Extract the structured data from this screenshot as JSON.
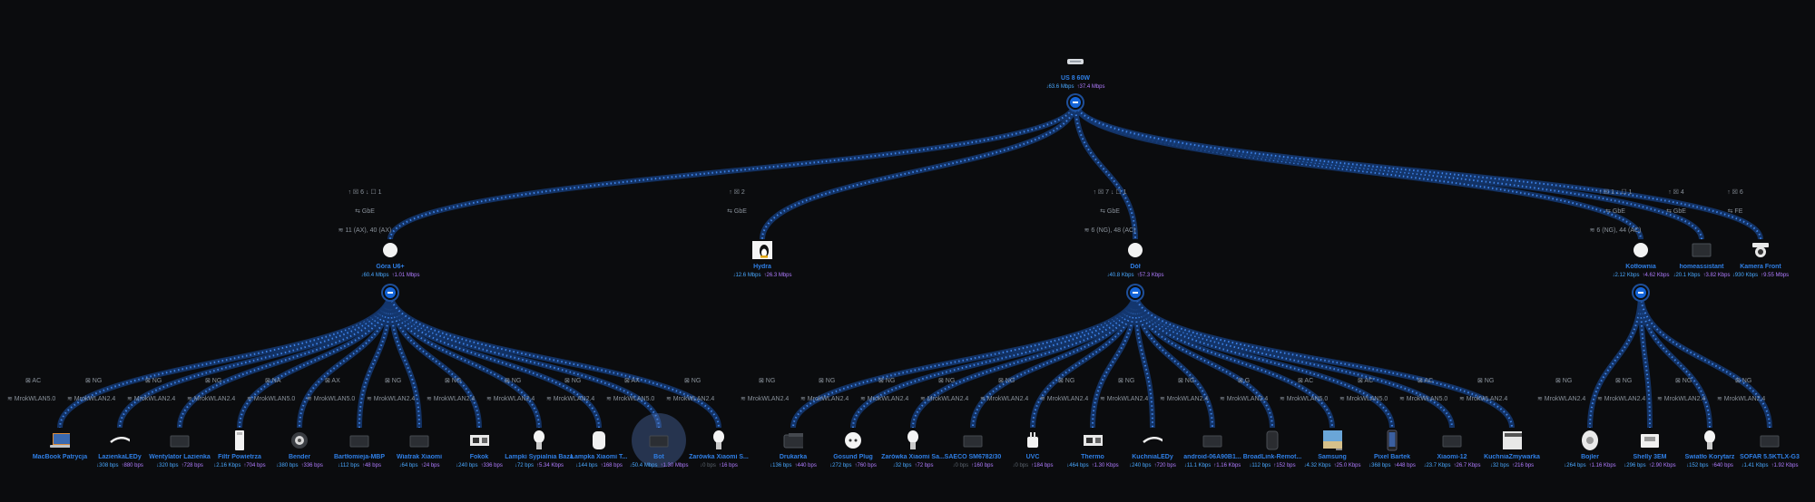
{
  "root": {
    "name": "US 8 60W",
    "down": "↓63.6 Mbps",
    "up": "↑37.4 Mbps",
    "icon": "switch-icon"
  },
  "mid": [
    {
      "name": "Góra U6+",
      "down": "↓60.4 Mbps",
      "up": "↑1.01 Mbps",
      "ports": "↑ ☒ 6  ↓ ☐ 1",
      "speed": "⇆ GbE",
      "clients": "≋ 11 (AX), 40 (AX)",
      "icon": "ap-icon",
      "hasDot": true
    },
    {
      "name": "Hydra",
      "down": "↓12.6 Mbps",
      "up": "↑26.3 Mbps",
      "ports": "↑ ☒ 2",
      "speed": "⇆ GbE",
      "clients": "",
      "icon": "linux-icon",
      "hasDot": false
    },
    {
      "name": "Dół",
      "down": "↓40.8 Kbps",
      "up": "↑57.3 Kbps",
      "ports": "↑ ☒ 7  ↓ ☐ 1",
      "speed": "⇆ GbE",
      "clients": "≋ 6 (NG), 48 (AC)",
      "icon": "ap-icon",
      "hasDot": true
    },
    {
      "name": "Kotłownia",
      "down": "↓2.12 Kbps",
      "up": "↑4.62 Kbps",
      "ports": "↑ ☒ 1  ↓ ☐ 1",
      "speed": "⇆ GbE",
      "clients": "≋ 6 (NG), 44 (AC)",
      "icon": "ap-icon",
      "hasDot": true
    },
    {
      "name": "homeassistant",
      "down": "↓20.1 Kbps",
      "up": "↑3.82 Kbps",
      "ports": "↑ ☒ 4",
      "speed": "⇆ GbE",
      "clients": "",
      "icon": "server-icon",
      "hasDot": false
    },
    {
      "name": "Kamera Front",
      "down": "↓930 Kbps",
      "up": "↑9.55 Mbps",
      "ports": "↑ ☒ 6",
      "speed": "⇆ FE",
      "clients": "",
      "icon": "camera-icon",
      "hasDot": false
    }
  ],
  "leaves": [
    {
      "p": 0,
      "name": "MacBook Patrycja",
      "down": "",
      "up": "",
      "proto": "AC",
      "ssid": "MrokWLAN5.0",
      "icon": "laptop-icon"
    },
    {
      "p": 0,
      "name": "LazienkaLEDy",
      "down": "↓308 bps",
      "up": "↑880 bps",
      "proto": "NG",
      "ssid": "MrokWLAN2.4",
      "icon": "led-strip-icon"
    },
    {
      "p": 0,
      "name": "Wentylator Lazienka",
      "down": "↓320 bps",
      "up": "↑728 bps",
      "proto": "NG",
      "ssid": "MrokWLAN2.4",
      "icon": "device-icon"
    },
    {
      "p": 0,
      "name": "Filtr Powietrza",
      "down": "↓2.16 Kbps",
      "up": "↑704 bps",
      "proto": "NG",
      "ssid": "MrokWLAN2.4",
      "icon": "purifier-icon"
    },
    {
      "p": 0,
      "name": "Bender",
      "down": "↓380 bps",
      "up": "↑336 bps",
      "proto": "NA",
      "ssid": "MrokWLAN5.0",
      "icon": "vacuum-icon"
    },
    {
      "p": 0,
      "name": "Bartłomieja-MBP",
      "down": "↓112 bps",
      "up": "↑48 bps",
      "proto": "AX",
      "ssid": "MrokWLAN5.0",
      "icon": "device-icon"
    },
    {
      "p": 0,
      "name": "Wiatrak Xiaomi",
      "down": "↓64 bps",
      "up": "↑24 bps",
      "proto": "NG",
      "ssid": "MrokWLAN2.4",
      "icon": "device-icon"
    },
    {
      "p": 0,
      "name": "Fokok",
      "down": "↓240 bps",
      "up": "↑336 bps",
      "proto": "NG",
      "ssid": "MrokWLAN2.4",
      "icon": "board-icon"
    },
    {
      "p": 0,
      "name": "Lampki Sypialnia Baza",
      "down": "↓72 bps",
      "up": "↑5.34 Kbps",
      "proto": "NG",
      "ssid": "MrokWLAN2.4",
      "icon": "bulb-icon"
    },
    {
      "p": 0,
      "name": "Lampka Xiaomi T...",
      "down": "↓144 bps",
      "up": "↑168 bps",
      "proto": "NG",
      "ssid": "MrokWLAN2.4",
      "icon": "lamp-icon"
    },
    {
      "p": 0,
      "name": "Bot",
      "down": "↓50.4 Mbps",
      "up": "↑1.30 Mbps",
      "proto": "AX",
      "ssid": "MrokWLAN5.0",
      "icon": "device-icon",
      "halo": true
    },
    {
      "p": 0,
      "name": "Żarówka Xiaomi S...",
      "down": "↓0 bps",
      "up": "↑16 bps",
      "proto": "NG",
      "ssid": "MrokWLAN2.4",
      "icon": "bulb-icon",
      "dimDown": true
    },
    {
      "p": 2,
      "name": "Drukarka",
      "down": "↓136 bps",
      "up": "↑440 bps",
      "proto": "NG",
      "ssid": "MrokWLAN2.4",
      "icon": "printer-icon"
    },
    {
      "p": 2,
      "name": "Gosund Plug",
      "down": "↓272 bps",
      "up": "↑760 bps",
      "proto": "NG",
      "ssid": "MrokWLAN2.4",
      "icon": "plug-icon"
    },
    {
      "p": 2,
      "name": "Żarówka Xiaomi Sa...",
      "down": "↓32 bps",
      "up": "↑72 bps",
      "proto": "NG",
      "ssid": "MrokWLAN2.4",
      "icon": "bulb-icon"
    },
    {
      "p": 2,
      "name": "SAECO SM6782/30",
      "down": "↓0 bps",
      "up": "↑160 bps",
      "proto": "NG",
      "ssid": "MrokWLAN2.4",
      "icon": "device-icon",
      "dimDown": true
    },
    {
      "p": 2,
      "name": "UVC",
      "down": "↓0 bps",
      "up": "↑184 bps",
      "proto": "NG",
      "ssid": "MrokWLAN2.4",
      "icon": "plug-small-icon",
      "dimDown": true
    },
    {
      "p": 2,
      "name": "Thermo",
      "down": "↓464 bps",
      "up": "↑1.30 Kbps",
      "proto": "NG",
      "ssid": "MrokWLAN2.4",
      "icon": "board-icon"
    },
    {
      "p": 2,
      "name": "KuchniaLEDy",
      "down": "↓240 bps",
      "up": "↑720 bps",
      "proto": "NG",
      "ssid": "MrokWLAN2.4",
      "icon": "led-strip-icon"
    },
    {
      "p": 2,
      "name": "android-06A90B1...",
      "down": "↓11.1 Kbps",
      "up": "↑1.16 Kbps",
      "proto": "NG",
      "ssid": "MrokWLAN2.4",
      "icon": "device-icon"
    },
    {
      "p": 2,
      "name": "BroadLink-Remot...",
      "down": "↓112 bps",
      "up": "↑152 bps",
      "proto": "G",
      "ssid": "MrokWLAN2.4",
      "icon": "remote-icon"
    },
    {
      "p": 2,
      "name": "Samsung",
      "down": "↓4.32 Kbps",
      "up": "↑25.0 Kbps",
      "proto": "AC",
      "ssid": "MrokWLAN5.0",
      "icon": "tv-icon"
    },
    {
      "p": 2,
      "name": "Pixel Bartek",
      "down": "↓368 bps",
      "up": "↑448 bps",
      "proto": "AC",
      "ssid": "MrokWLAN5.0",
      "icon": "phone-icon"
    },
    {
      "p": 2,
      "name": "Xiaomi-12",
      "down": "↓23.7 Kbps",
      "up": "↑26.7 Kbps",
      "proto": "AC",
      "ssid": "MrokWLAN5.0",
      "icon": "device-icon"
    },
    {
      "p": 2,
      "name": "KuchniaZmywarka",
      "down": "↓32 bps",
      "up": "↑216 bps",
      "proto": "NG",
      "ssid": "MrokWLAN2.4",
      "icon": "dishwasher-icon"
    },
    {
      "p": 3,
      "name": "Bojler",
      "down": "↓264 bps",
      "up": "↑1.16 Kbps",
      "proto": "NG",
      "ssid": "MrokWLAN2.4",
      "icon": "boiler-icon"
    },
    {
      "p": 3,
      "name": "Shelly 3EM",
      "down": "↓296 bps",
      "up": "↑2.90 Kbps",
      "proto": "NG",
      "ssid": "MrokWLAN2.4",
      "icon": "meter-icon"
    },
    {
      "p": 3,
      "name": "Światło Korytarz",
      "down": "↓152 bps",
      "up": "↑640 bps",
      "proto": "NG",
      "ssid": "MrokWLAN2.4",
      "icon": "bulb-icon"
    },
    {
      "p": 3,
      "name": "SOFAR 5.5KTLX-G3",
      "down": "↓1.41 Kbps",
      "up": "↑1.92 Kbps",
      "proto": "NG",
      "ssid": "MrokWLAN2.4",
      "icon": "device-icon"
    }
  ]
}
